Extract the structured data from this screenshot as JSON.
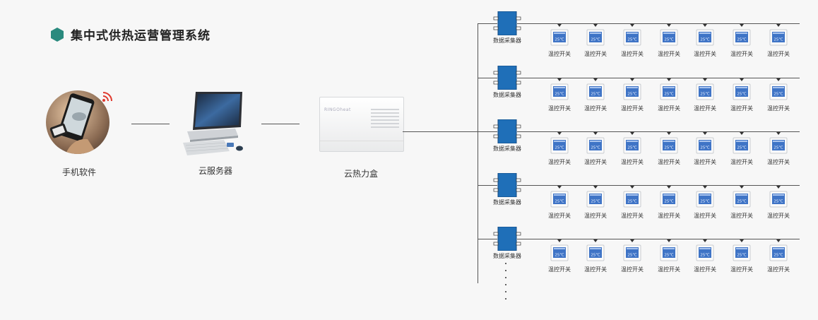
{
  "title": "集中式供热运营管理系统",
  "nodes": {
    "phone": {
      "label": "手机软件"
    },
    "server": {
      "label": "云服务器"
    },
    "box": {
      "label": "云热力盒",
      "brand": "RINGOheat"
    }
  },
  "collector_label": "数据采集器",
  "device_label": "温控开关",
  "device_screen_text": "25℃",
  "colors": {
    "accent": "#2a8a7e",
    "collector": "#1f6fb8",
    "line": "#555555"
  },
  "rows": 5,
  "devices_per_row": 7
}
